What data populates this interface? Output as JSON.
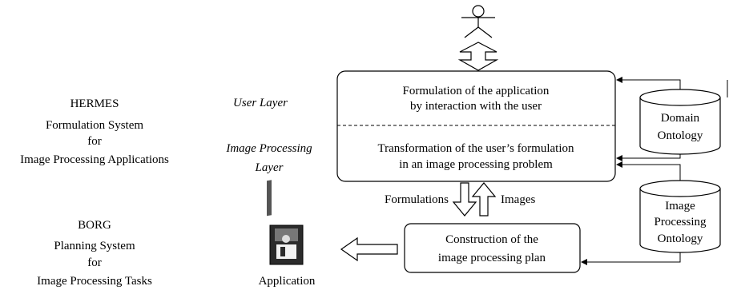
{
  "hermes": {
    "title": "HERMES",
    "line2": "Formulation System",
    "line3": "for",
    "line4": "Image Processing Applications"
  },
  "borg": {
    "title": "BORG",
    "line2": "Planning System",
    "line3": "for",
    "line4": "Image Processing Tasks"
  },
  "layers": {
    "user": "User  Layer",
    "image_processing_line1": "Image Processing",
    "image_processing_line2": "Layer"
  },
  "main_box": {
    "top_line1": "Formulation of the application",
    "top_line2": "by interaction with the user",
    "bottom_line1": "Transformation of the user’s formulation",
    "bottom_line2": "in an image processing problem"
  },
  "plan_box": {
    "line1": "Construction of the",
    "line2": "image processing plan"
  },
  "domain_ontology": {
    "line1": "Domain",
    "line2": "Ontology"
  },
  "ip_ontology": {
    "line1": "Image",
    "line2": "Processing",
    "line3": "Ontology"
  },
  "flows": {
    "formulations": "Formulations",
    "images": "Images"
  },
  "application_label": "Application",
  "icons": {
    "user": "user-stick-figure-icon",
    "application": "application-disk-icon"
  }
}
